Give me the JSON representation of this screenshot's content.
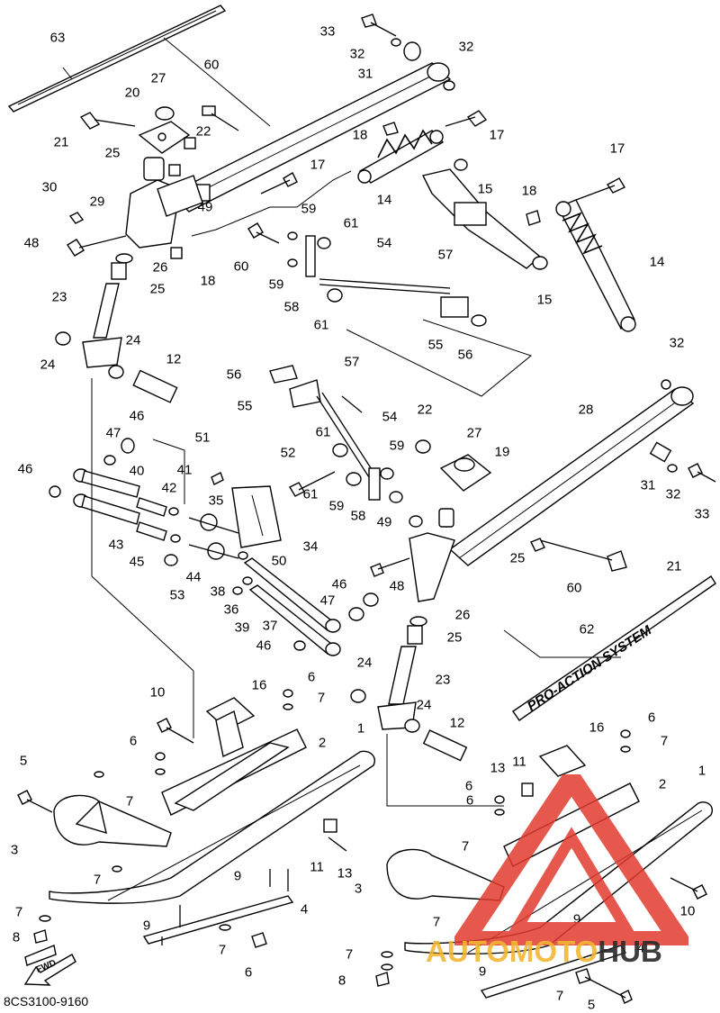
{
  "diagram": {
    "catalog_code": "8CS3100-9160",
    "decal_text": "PRO-ACTION SYSTEM",
    "fwd_label": "FWD",
    "watermark": {
      "part_a": "AUTO",
      "part_b": "MOTO",
      "part_c": "HUB",
      "color_primary": "#f2b632",
      "color_logo": "#e23a2e"
    },
    "callouts": [
      {
        "id": "c63",
        "text": "63"
      },
      {
        "id": "c33a",
        "text": "33"
      },
      {
        "id": "c32a",
        "text": "32"
      },
      {
        "id": "c32b",
        "text": "32"
      },
      {
        "id": "c31a",
        "text": "31"
      },
      {
        "id": "c60a",
        "text": "60"
      },
      {
        "id": "c27a",
        "text": "27"
      },
      {
        "id": "c20",
        "text": "20"
      },
      {
        "id": "c21a",
        "text": "21"
      },
      {
        "id": "c22a",
        "text": "22"
      },
      {
        "id": "c25a",
        "text": "25"
      },
      {
        "id": "c18a",
        "text": "18"
      },
      {
        "id": "c17a",
        "text": "17"
      },
      {
        "id": "c17b",
        "text": "17"
      },
      {
        "id": "c17c",
        "text": "17"
      },
      {
        "id": "c30",
        "text": "30"
      },
      {
        "id": "c29",
        "text": "29"
      },
      {
        "id": "c49a",
        "text": "49"
      },
      {
        "id": "c14a",
        "text": "14"
      },
      {
        "id": "c15a",
        "text": "15"
      },
      {
        "id": "c18b",
        "text": "18"
      },
      {
        "id": "c59a",
        "text": "59"
      },
      {
        "id": "c61a",
        "text": "61"
      },
      {
        "id": "c48a",
        "text": "48"
      },
      {
        "id": "c60b",
        "text": "60"
      },
      {
        "id": "c26a",
        "text": "26"
      },
      {
        "id": "c18c",
        "text": "18"
      },
      {
        "id": "c54a",
        "text": "54"
      },
      {
        "id": "c57a",
        "text": "57"
      },
      {
        "id": "c14b",
        "text": "14"
      },
      {
        "id": "c59b",
        "text": "59"
      },
      {
        "id": "c25b",
        "text": "25"
      },
      {
        "id": "c58a",
        "text": "58"
      },
      {
        "id": "c23a",
        "text": "23"
      },
      {
        "id": "c15b",
        "text": "15"
      },
      {
        "id": "c61b",
        "text": "61"
      },
      {
        "id": "c55a",
        "text": "55"
      },
      {
        "id": "c56a",
        "text": "56"
      },
      {
        "id": "c24a",
        "text": "24"
      },
      {
        "id": "c24b",
        "text": "24"
      },
      {
        "id": "c32c",
        "text": "32"
      },
      {
        "id": "c12a",
        "text": "12"
      },
      {
        "id": "c56b",
        "text": "56"
      },
      {
        "id": "c57b",
        "text": "57"
      },
      {
        "id": "c55b",
        "text": "55"
      },
      {
        "id": "c54b",
        "text": "54"
      },
      {
        "id": "c28",
        "text": "28"
      },
      {
        "id": "c22b",
        "text": "22"
      },
      {
        "id": "c46a",
        "text": "46"
      },
      {
        "id": "c47a",
        "text": "47"
      },
      {
        "id": "c61c",
        "text": "61"
      },
      {
        "id": "c27b",
        "text": "27"
      },
      {
        "id": "c51",
        "text": "51"
      },
      {
        "id": "c59c",
        "text": "59"
      },
      {
        "id": "c19",
        "text": "19"
      },
      {
        "id": "c52",
        "text": "52"
      },
      {
        "id": "c46b",
        "text": "46"
      },
      {
        "id": "c40",
        "text": "40"
      },
      {
        "id": "c41",
        "text": "41"
      },
      {
        "id": "c61d",
        "text": "61"
      },
      {
        "id": "c31b",
        "text": "31"
      },
      {
        "id": "c32d",
        "text": "32"
      },
      {
        "id": "c33b",
        "text": "33"
      },
      {
        "id": "c42",
        "text": "42"
      },
      {
        "id": "c35",
        "text": "35"
      },
      {
        "id": "c59d",
        "text": "59"
      },
      {
        "id": "c58b",
        "text": "58"
      },
      {
        "id": "c49b",
        "text": "49"
      },
      {
        "id": "c43",
        "text": "43"
      },
      {
        "id": "c34",
        "text": "34"
      },
      {
        "id": "c25c",
        "text": "25"
      },
      {
        "id": "c45",
        "text": "45"
      },
      {
        "id": "c44",
        "text": "44"
      },
      {
        "id": "c50",
        "text": "50"
      },
      {
        "id": "c48b",
        "text": "48"
      },
      {
        "id": "c60c",
        "text": "60"
      },
      {
        "id": "c21b",
        "text": "21"
      },
      {
        "id": "c53",
        "text": "53"
      },
      {
        "id": "c38",
        "text": "38"
      },
      {
        "id": "c36",
        "text": "36"
      },
      {
        "id": "c46c",
        "text": "46"
      },
      {
        "id": "c26b",
        "text": "26"
      },
      {
        "id": "c47b",
        "text": "47"
      },
      {
        "id": "c39",
        "text": "39"
      },
      {
        "id": "c37",
        "text": "37"
      },
      {
        "id": "c62",
        "text": "62"
      },
      {
        "id": "c25d",
        "text": "25"
      },
      {
        "id": "c46d",
        "text": "46"
      },
      {
        "id": "c6a",
        "text": "6"
      },
      {
        "id": "c24c",
        "text": "24"
      },
      {
        "id": "c23b",
        "text": "23"
      },
      {
        "id": "c10a",
        "text": "10"
      },
      {
        "id": "c16a",
        "text": "16"
      },
      {
        "id": "c7a",
        "text": "7"
      },
      {
        "id": "c24d",
        "text": "24"
      },
      {
        "id": "c12b",
        "text": "12"
      },
      {
        "id": "c6b",
        "text": "6"
      },
      {
        "id": "c16b",
        "text": "16"
      },
      {
        "id": "c1a",
        "text": "1"
      },
      {
        "id": "c2a",
        "text": "2"
      },
      {
        "id": "c5a",
        "text": "5"
      },
      {
        "id": "c6c",
        "text": "6"
      },
      {
        "id": "c7b",
        "text": "7"
      },
      {
        "id": "c13a",
        "text": "13"
      },
      {
        "id": "c11a",
        "text": "11"
      },
      {
        "id": "c7c",
        "text": "7"
      },
      {
        "id": "c1b",
        "text": "1"
      },
      {
        "id": "c6d",
        "text": "6"
      },
      {
        "id": "c2b",
        "text": "2"
      },
      {
        "id": "c3a",
        "text": "3"
      },
      {
        "id": "c6e",
        "text": "6"
      },
      {
        "id": "c7d",
        "text": "7"
      },
      {
        "id": "c11b",
        "text": "11"
      },
      {
        "id": "c13b",
        "text": "13"
      },
      {
        "id": "c7e",
        "text": "7"
      },
      {
        "id": "c9a",
        "text": "9"
      },
      {
        "id": "c4a",
        "text": "4"
      },
      {
        "id": "c3b",
        "text": "3"
      },
      {
        "id": "c10b",
        "text": "10"
      },
      {
        "id": "c7f",
        "text": "7"
      },
      {
        "id": "c8a",
        "text": "8"
      },
      {
        "id": "c9b",
        "text": "9"
      },
      {
        "id": "c7g",
        "text": "7"
      },
      {
        "id": "c7h",
        "text": "7"
      },
      {
        "id": "c9c",
        "text": "9"
      },
      {
        "id": "c6f",
        "text": "6"
      },
      {
        "id": "c7i",
        "text": "7"
      },
      {
        "id": "c8b",
        "text": "8"
      },
      {
        "id": "c9d",
        "text": "9"
      },
      {
        "id": "c4b",
        "text": "4"
      },
      {
        "id": "c7j",
        "text": "7"
      },
      {
        "id": "c5b",
        "text": "5"
      }
    ]
  }
}
